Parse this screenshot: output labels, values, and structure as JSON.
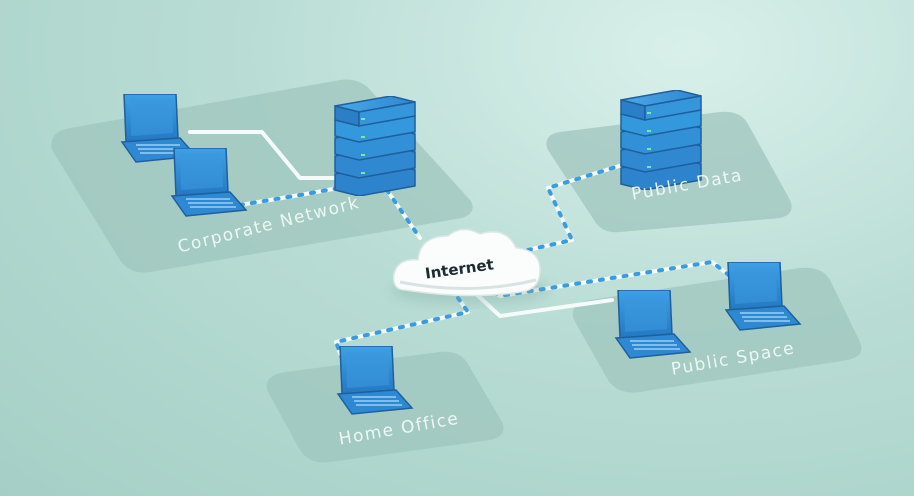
{
  "zones": {
    "corporate": "Corporate Network",
    "public_data": "Public Data",
    "home": "Home Office",
    "public_space": "Public Space"
  },
  "cloud": {
    "label": "Internet"
  },
  "colors": {
    "device_blue": "#2d88d2",
    "device_dark": "#1f5f9c",
    "link_dot": "#3b9be0",
    "zone_tile": "#9cc3bb",
    "link_white": "#f5fbfa"
  },
  "icons": [
    "laptop-icon",
    "server-rack-icon",
    "cloud-icon"
  ]
}
